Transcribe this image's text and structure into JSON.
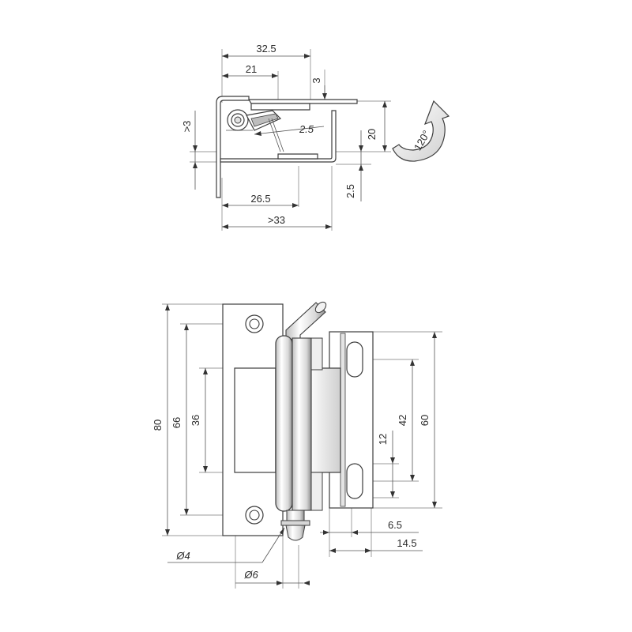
{
  "drawing": {
    "top_view": {
      "width_overall": "32.5",
      "width_inner": "21",
      "leaf_thickness": "3",
      "min_gap_left": ">3",
      "pin_offset": "2.5",
      "height": "20",
      "gap_right": "2.5",
      "depth": "26.5",
      "min_depth": ">33",
      "rotation": "120°"
    },
    "front_view": {
      "height_overall": "80",
      "hole_spacing_left": "66",
      "cutout_height": "36",
      "slot_spacing": "42",
      "height_right": "60",
      "slot_length": "12",
      "slot_offset": "6.5",
      "leaf_width_right": "14.5",
      "hole_dia": "Ø4",
      "pin_dia": "Ø6"
    }
  },
  "colors": {
    "line": "#3c3c3c",
    "metal_light": "#f2f2f2",
    "metal_dark": "#9a9a9a"
  }
}
